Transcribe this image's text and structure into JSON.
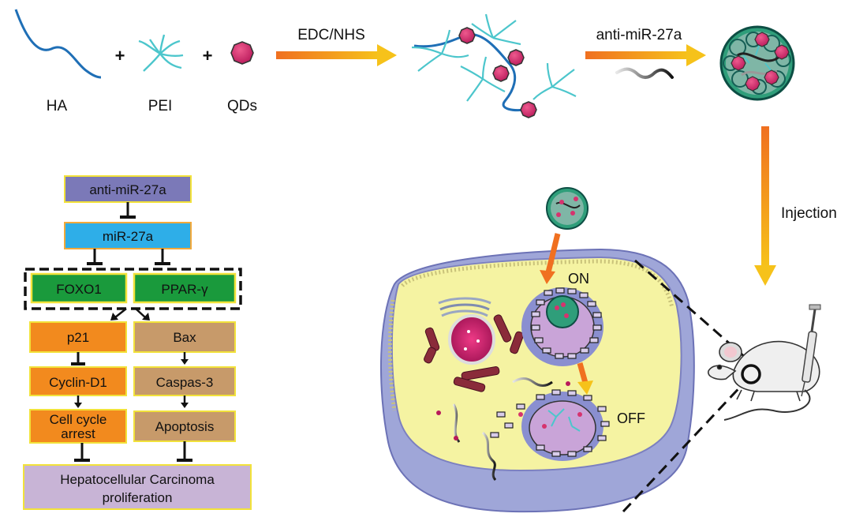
{
  "top": {
    "reagents": [
      "HA",
      "PEI",
      "QDs"
    ],
    "plus": "+",
    "step1": "EDC/NHS",
    "step2": "anti-miR-27a",
    "injection": "Injection"
  },
  "pathway": {
    "anti": "anti-miR-27a",
    "mir": "miR-27a",
    "foxo1": "FOXO1",
    "ppar": "PPAR-γ",
    "p21": "p21",
    "bax": "Bax",
    "cyclin": "Cyclin-D1",
    "caspas": "Caspas-3",
    "arrest_line1": "Cell cycle",
    "arrest_line2": "arrest",
    "apoptosis": "Apoptosis",
    "hcc_line1": "Hepatocellular Carcinoma",
    "hcc_line2": "proliferation"
  },
  "cell": {
    "on": "ON",
    "off": "OFF"
  },
  "colors": {
    "anti_box": "#7b79b8",
    "mir_box": "#2eaee8",
    "foxo_box": "#1a9a3c",
    "orange_box": "#f28a1e",
    "tan_box": "#c79a6a",
    "hcc_box": "#c8b4d6",
    "box_border": "#f2e23a",
    "polymer_blue": "#1f6fb6",
    "pei_cyan": "#4cc6cc",
    "qd_magenta": "#d6336e",
    "cell_yellow": "#f5f3a2",
    "cell_blue": "#9fa6d8"
  }
}
